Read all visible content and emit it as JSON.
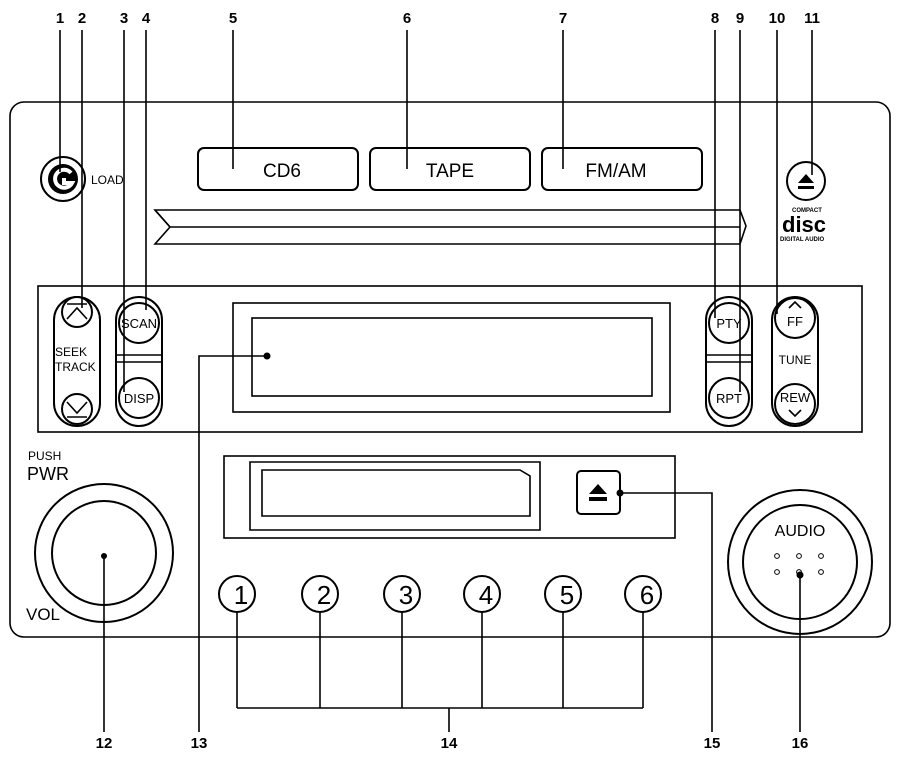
{
  "callouts": [
    "1",
    "2",
    "3",
    "4",
    "5",
    "6",
    "7",
    "8",
    "9",
    "10",
    "11",
    "12",
    "13",
    "14",
    "15",
    "16"
  ],
  "labels": {
    "load": "LOAD",
    "cd6": "CD6",
    "tape": "TAPE",
    "fmam": "FM/AM",
    "seek": "SEEK",
    "track": "TRACK",
    "scan": "SCAN",
    "disp": "DISP",
    "pty": "PTY",
    "rpt": "RPT",
    "ff": "FF",
    "tune": "TUNE",
    "rew": "REW",
    "push": "PUSH",
    "pwr": "PWR",
    "vol": "VOL",
    "audio": "AUDIO",
    "disc_logo": "disc",
    "compact": "COMPACT",
    "digital_audio": "DIGITAL AUDIO"
  },
  "presets": [
    "1",
    "2",
    "3",
    "4",
    "5",
    "6"
  ]
}
